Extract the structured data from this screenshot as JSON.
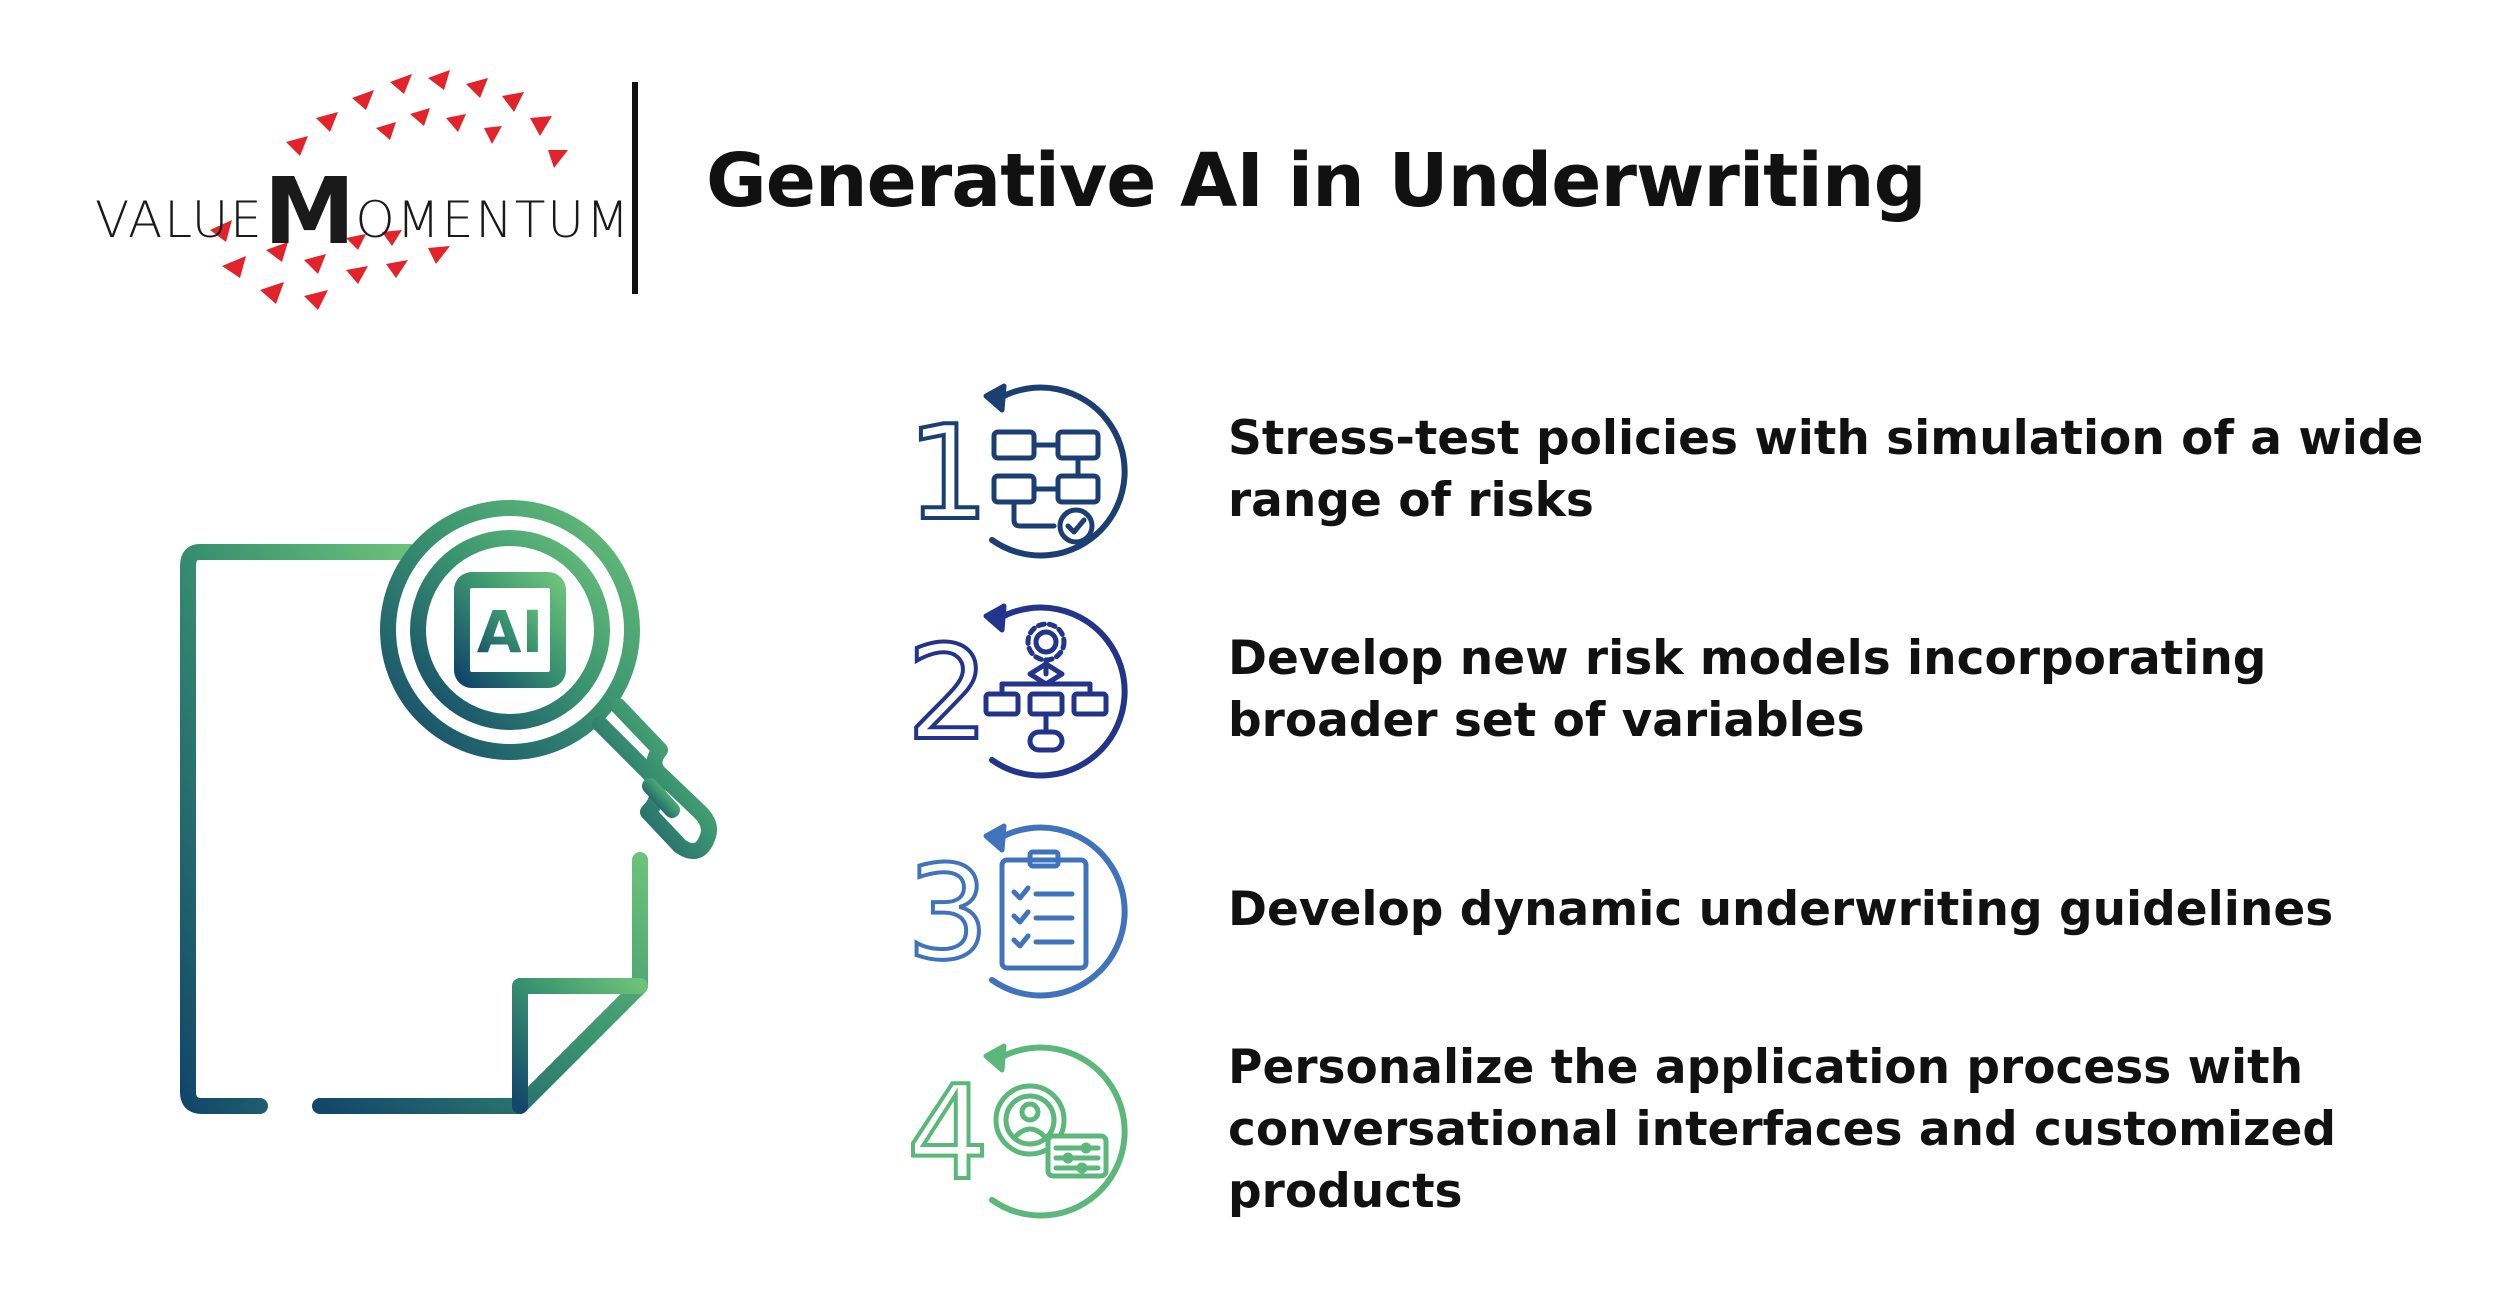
{
  "brand": {
    "logo_prefix": "VALUE",
    "logo_initial": "M",
    "logo_suffix": "OMENTUM",
    "accent_color": "#e3232c"
  },
  "header": {
    "title": "Generative AI in Underwriting"
  },
  "hero": {
    "badge": "AI",
    "icon": "document-ai-magnifier-icon"
  },
  "items": [
    {
      "number": "1",
      "text": "Stress-test policies with simulation of a wide range of risks",
      "icon": "process-flow-icon",
      "color": "#1c3f73"
    },
    {
      "number": "2",
      "text": "Develop new risk models incorporating broader set of variables",
      "icon": "gear-flowchart-icon",
      "color": "#23348c"
    },
    {
      "number": "3",
      "text": "Develop dynamic underwriting guidelines",
      "icon": "clipboard-checklist-icon",
      "color": "#3f74bd"
    },
    {
      "number": "4",
      "text": "Personalize the application process with conversational interfaces and customized products",
      "icon": "user-settings-icon",
      "color": "#5bb77a"
    }
  ]
}
